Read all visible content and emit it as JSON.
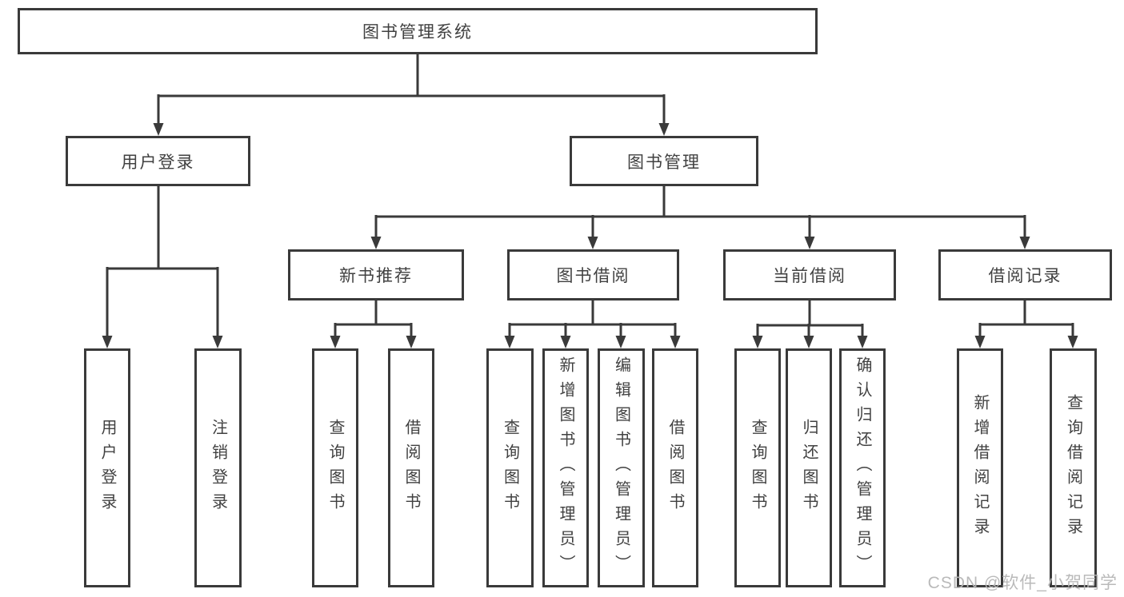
{
  "nodes": {
    "root": "图书管理系统",
    "user_login": "用户登录",
    "book_mgmt": "图书管理",
    "login_user": "用户登录",
    "login_logout": "注销登录",
    "new_book": "新书推荐",
    "book_borrow": "图书借阅",
    "current_borrow": "当前借阅",
    "borrow_record": "借阅记录",
    "nb_query": "查询图书",
    "nb_borrow": "借阅图书",
    "bb_query": "查询图书",
    "bb_add": "新增图书（管理员）",
    "bb_edit": "编辑图书（管理员）",
    "bb_borrow": "借阅图书",
    "cb_query": "查询图书",
    "cb_return": "归还图书",
    "cb_confirm": "确认归还（管理员）",
    "br_add": "新增借阅记录",
    "br_query": "查询借阅记录"
  },
  "watermark": "CSDN @软件_小贺同学",
  "colors": {
    "line": "#3a3a3a",
    "text": "#414141",
    "background": "#ffffff",
    "watermark": "#b6b6b6"
  }
}
